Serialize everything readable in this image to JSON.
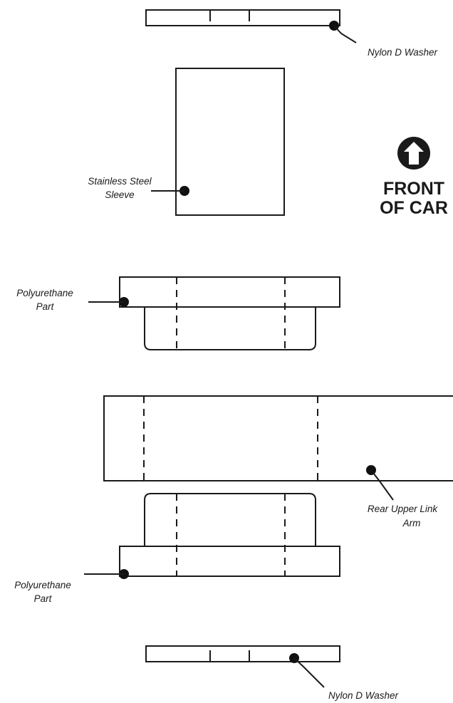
{
  "labels": {
    "washer_top": "Nylon D Washer",
    "sleeve_line1": "Stainless Steel",
    "sleeve_line2": "Sleeve",
    "poly_top_line1": "Polyurethane",
    "poly_top_line2": "Part",
    "link_arm_line1": "Rear Upper Link",
    "link_arm_line2": "Arm",
    "poly_bottom_line1": "Polyurethane",
    "poly_bottom_line2": "Part",
    "washer_bottom": "Nylon D Washer"
  },
  "direction": {
    "icon": "up-arrow-circle-icon",
    "line1": "FRONT",
    "line2": "OF CAR"
  },
  "colors": {
    "ink": "#1a1a1a",
    "background": "#ffffff"
  }
}
